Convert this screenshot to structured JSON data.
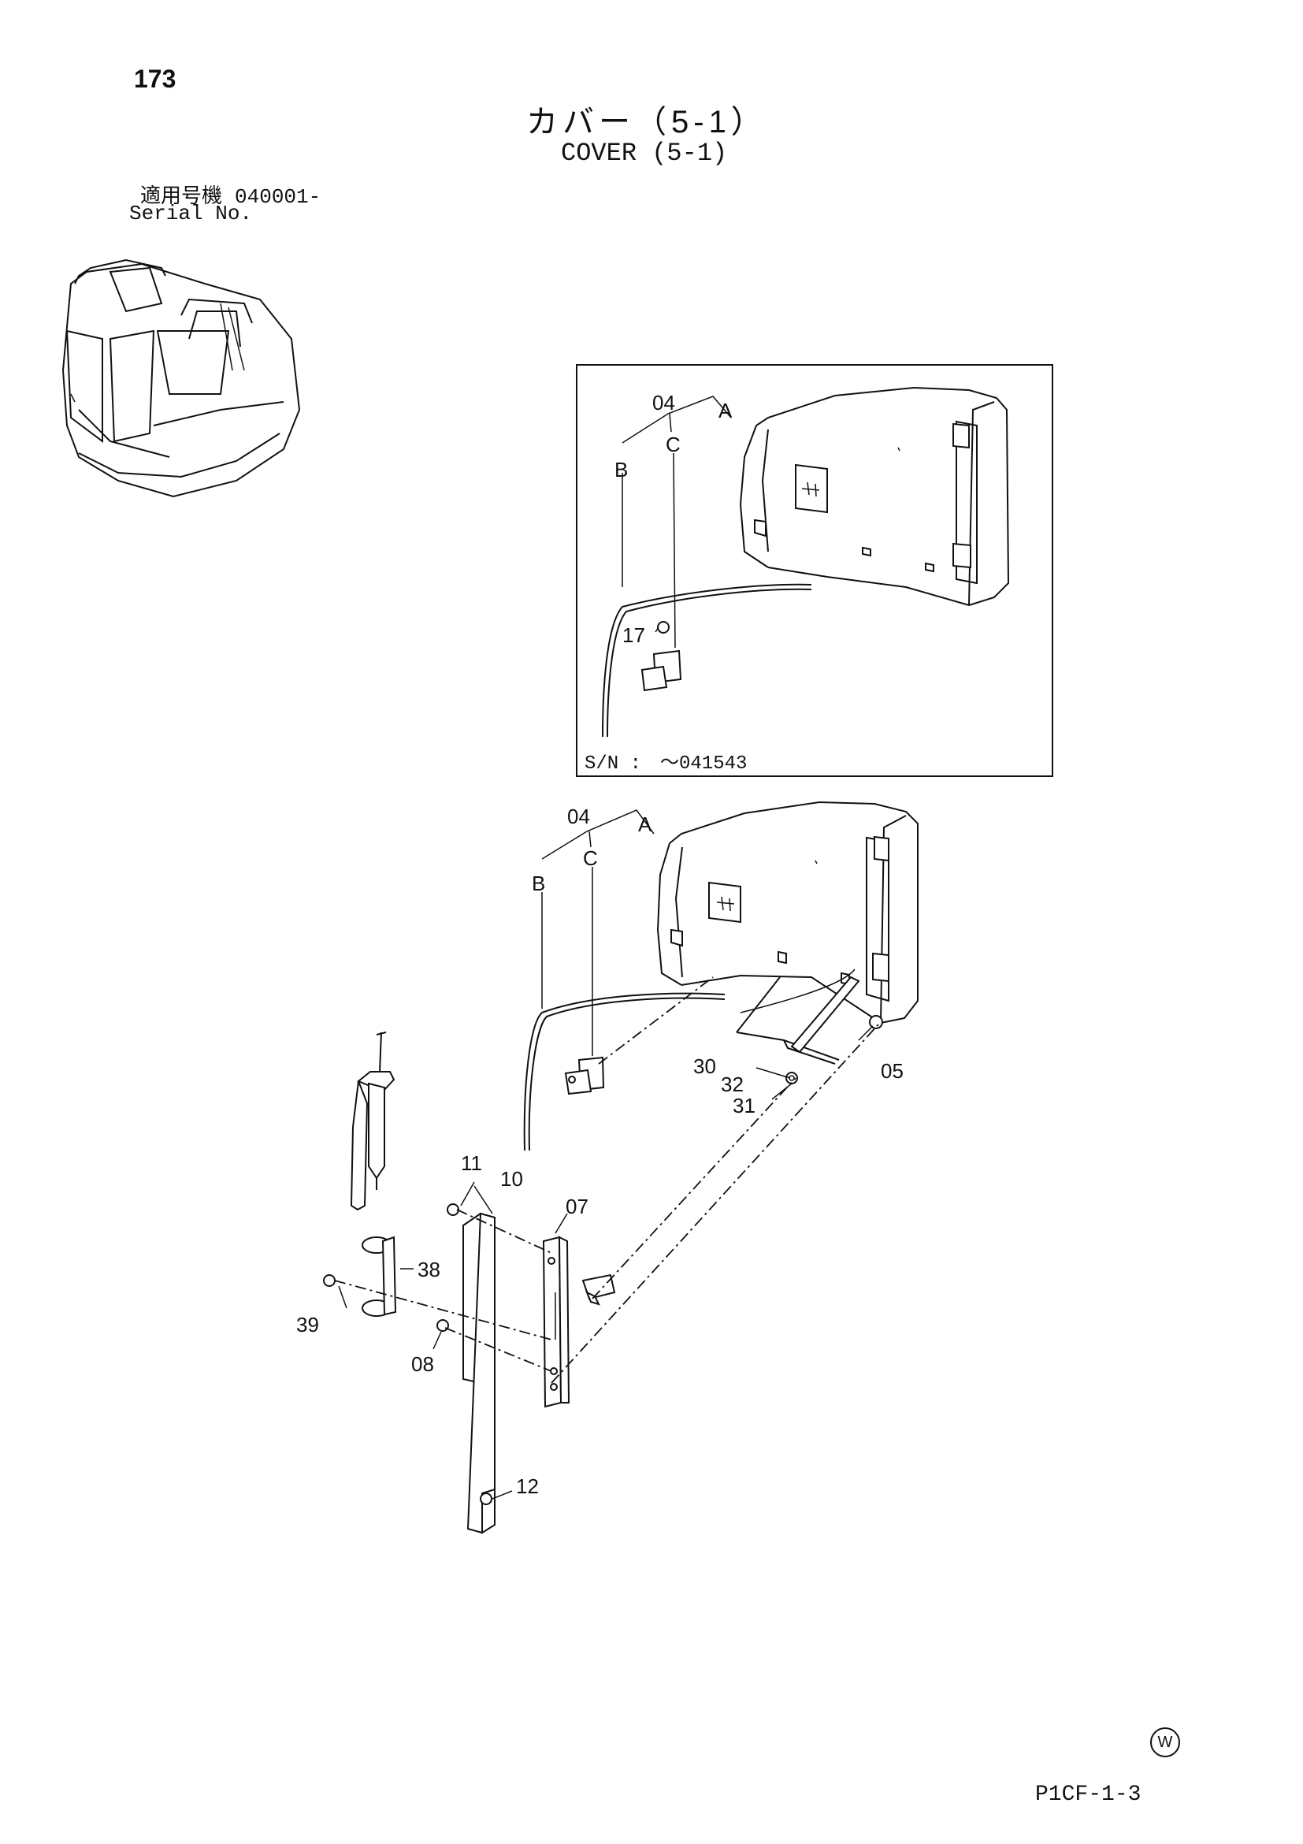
{
  "page_number": "173",
  "title_jp": "カバー（5-1）",
  "title_en": "COVER (5-1)",
  "serial_label_jp": "適用号機",
  "serial_value": "040001-",
  "serial_label_en": "Serial No.",
  "inset": {
    "serial_note": "S/N :　～041543",
    "callouts": [
      "04",
      "A",
      "B",
      "C",
      "17"
    ]
  },
  "main": {
    "callouts": [
      "04",
      "A",
      "B",
      "C",
      "30",
      "32",
      "31",
      "05",
      "11",
      "10",
      "07",
      "38",
      "39",
      "08",
      "12"
    ]
  },
  "footer_mark": "W",
  "footer_code": "P1CF-1-3"
}
